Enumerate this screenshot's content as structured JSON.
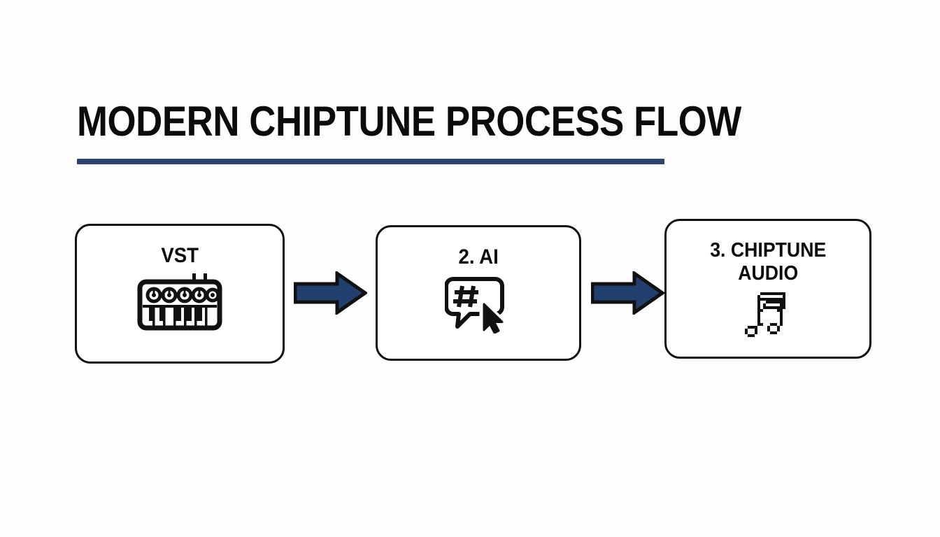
{
  "slide": {
    "title": "MODERN CHIPTUNE PROCESS FLOW",
    "background_color": "#fdfdfd",
    "accent_color": "#2b4570",
    "ink_color": "#0b0b0b"
  },
  "flow": {
    "steps": [
      {
        "label": "VST",
        "icon_name": "synthesizer-keyboard-icon"
      },
      {
        "label": "2. AI",
        "icon_name": "chat-bubble-hash-cursor-icon"
      },
      {
        "label": "3. CHIPTUNE\nAUDIO",
        "icon_name": "pixel-music-note-icon"
      }
    ],
    "connectors": [
      {
        "icon_name": "right-arrow-icon",
        "fill": "#22406e",
        "stroke": "#111111"
      },
      {
        "icon_name": "right-arrow-icon",
        "fill": "#22406e",
        "stroke": "#111111"
      }
    ]
  }
}
